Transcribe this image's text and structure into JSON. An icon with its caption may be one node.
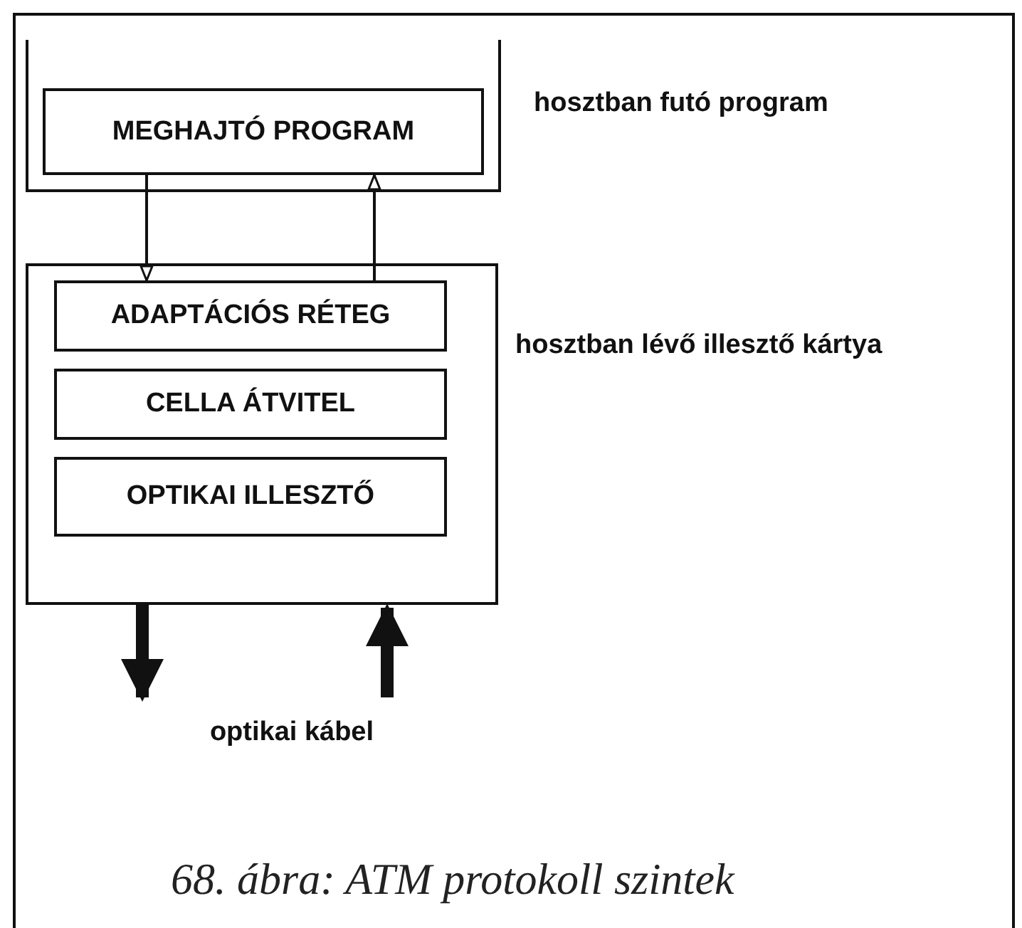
{
  "diagram": {
    "caption": "68. ábra: ATM protokoll szintek",
    "nodes": [
      {
        "text": [],
        "shape": "box",
        "beside": [
          "hosztban futó program"
        ]
      },
      {
        "text": [
          "MEGHAJTÓ PROGRAM"
        ],
        "in": 0
      },
      {
        "text": [],
        "shape": "box",
        "beside": [
          "hosztban lévő illesztő kártya"
        ]
      },
      {
        "text": [
          "ADAPTÁCIÓS RÉTEG"
        ],
        "in": 2
      },
      {
        "text": [
          "CELLA ÁTVITEL"
        ],
        "in": 2
      },
      {
        "text": [
          "OPTIKAI ILLESZTŐ"
        ],
        "in": 2
      },
      {
        "text": [
          "optikai kábel"
        ]
      }
    ],
    "edges": [
      {
        "from": 1,
        "to": 3,
        "arrow": "to"
      },
      {
        "from": 3,
        "to": 1,
        "arrow": "to"
      },
      {
        "from": 2,
        "to": 6,
        "arrow": "to",
        "style": "thick"
      },
      {
        "from": 6,
        "to": 2,
        "arrow": "to",
        "style": "thick"
      }
    ]
  }
}
